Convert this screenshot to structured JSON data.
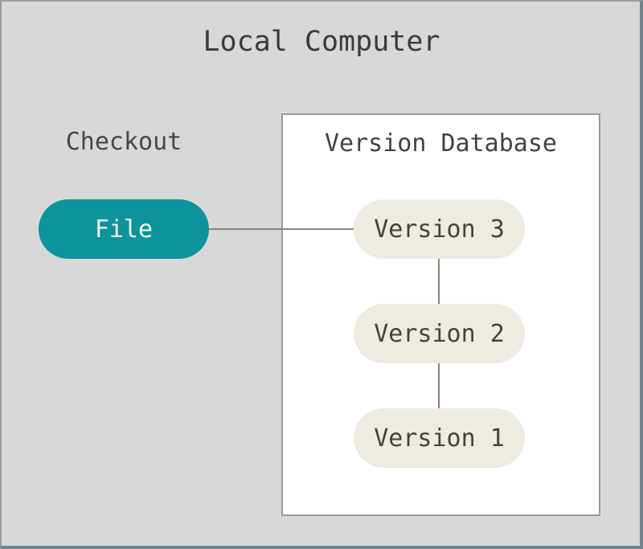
{
  "diagram": {
    "title": "Local Computer",
    "checkout": {
      "label": "Checkout",
      "file_node": "File"
    },
    "version_db": {
      "title": "Version Database",
      "versions": [
        "Version 3",
        "Version 2",
        "Version 1"
      ]
    },
    "connections": [
      "File — Version 3",
      "Version 3 — Version 2",
      "Version 2 — Version 1"
    ]
  },
  "colors": {
    "frame_background": "#d8d8d8",
    "frame_border_light": "#9c9c9c",
    "frame_border_dark": "#75828a",
    "box_background": "#ffffff",
    "box_border": "#9a9a9a",
    "file_node_fill": "#0d949c",
    "file_node_text": "#f4f4f2",
    "version_node_fill": "#edebe2",
    "version_node_text": "#47423b",
    "title_text": "#3f3a35",
    "connector_line": "#8a8478"
  }
}
